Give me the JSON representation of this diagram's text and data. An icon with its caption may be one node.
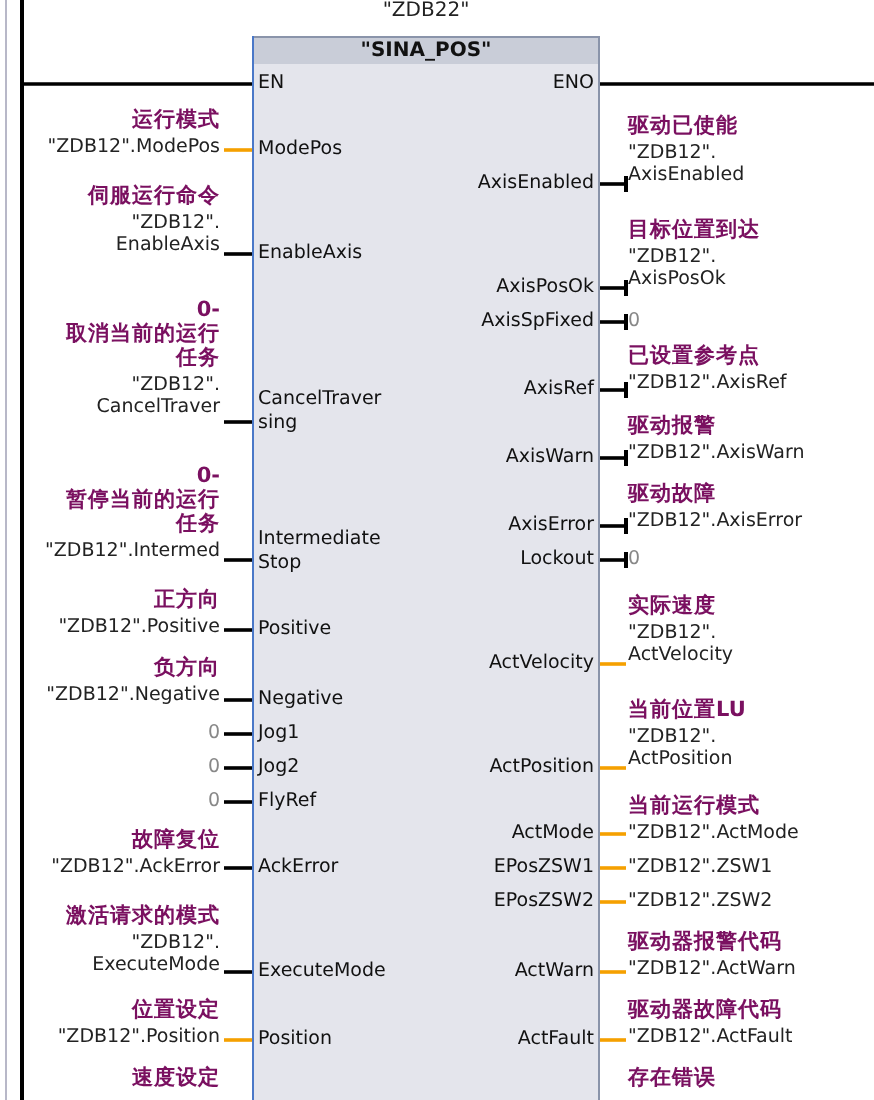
{
  "diagram": {
    "nodes": [
      {
        "text": [
          "\"SINA_POS\""
        ],
        "beside": [
          "\"ZDB22\""
        ]
      },
      {
        "text": [
          "EN"
        ],
        "in": 0
      },
      {
        "text": [
          "ENO"
        ],
        "in": 0
      },
      {
        "text": [
          "ModePos"
        ],
        "in": 0
      },
      {
        "text": [
          "EnableAxis"
        ],
        "in": 0
      },
      {
        "text": [
          "CancelTraversing"
        ],
        "in": 0
      },
      {
        "text": [
          "IntermediateStop"
        ],
        "in": 0
      },
      {
        "text": [
          "Positive"
        ],
        "in": 0
      },
      {
        "text": [
          "Negative"
        ],
        "in": 0
      },
      {
        "text": [
          "Jog1"
        ],
        "in": 0
      },
      {
        "text": [
          "Jog2"
        ],
        "in": 0
      },
      {
        "text": [
          "FlyRef"
        ],
        "in": 0
      },
      {
        "text": [
          "AckError"
        ],
        "in": 0
      },
      {
        "text": [
          "ExecuteMode"
        ],
        "in": 0
      },
      {
        "text": [
          "Position"
        ],
        "in": 0
      },
      {
        "text": [
          "AxisEnabled"
        ],
        "in": 0
      },
      {
        "text": [
          "AxisPosOk"
        ],
        "in": 0
      },
      {
        "text": [
          "AxisSpFixed"
        ],
        "in": 0
      },
      {
        "text": [
          "AxisRef"
        ],
        "in": 0
      },
      {
        "text": [
          "AxisWarn"
        ],
        "in": 0
      },
      {
        "text": [
          "AxisError"
        ],
        "in": 0
      },
      {
        "text": [
          "Lockout"
        ],
        "in": 0
      },
      {
        "text": [
          "ActVelocity"
        ],
        "in": 0
      },
      {
        "text": [
          "ActPosition"
        ],
        "in": 0
      },
      {
        "text": [
          "ActMode"
        ],
        "in": 0
      },
      {
        "text": [
          "EPosZSW1"
        ],
        "in": 0
      },
      {
        "text": [
          "EPosZSW2"
        ],
        "in": 0
      },
      {
        "text": [
          "ActWarn"
        ],
        "in": 0
      },
      {
        "text": [
          "ActFault"
        ],
        "in": 0
      },
      {
        "text": [
          "运行模式",
          "\"ZDB12\".ModePos"
        ]
      },
      {
        "text": [
          "伺服运行命令",
          "\"ZDB12\". EnableAxis"
        ]
      },
      {
        "text": [
          "0- 取消当前的运行任务",
          "\"ZDB12\". CancelTraver"
        ]
      },
      {
        "text": [
          "0- 暂停当前的运行任务",
          "\"ZDB12\".Intermed"
        ]
      },
      {
        "text": [
          "正方向",
          "\"ZDB12\".Positive"
        ]
      },
      {
        "text": [
          "负方向",
          "\"ZDB12\".Negative"
        ]
      },
      {
        "text": [
          "0"
        ]
      },
      {
        "text": [
          "0"
        ]
      },
      {
        "text": [
          "0"
        ]
      },
      {
        "text": [
          "故障复位",
          "\"ZDB12\".AckError"
        ]
      },
      {
        "text": [
          "激活请求的模式",
          "\"ZDB12\". ExecuteMode"
        ]
      },
      {
        "text": [
          "位置设定",
          "\"ZDB12\".Position"
        ]
      },
      {
        "text": [
          "速度设定"
        ]
      },
      {
        "text": [
          "驱动已使能",
          "\"ZDB12\". AxisEnabled"
        ]
      },
      {
        "text": [
          "目标位置到达",
          "\"ZDB12\". AxisPosOk"
        ]
      },
      {
        "text": [
          "0"
        ]
      },
      {
        "text": [
          "已设置参考点",
          "\"ZDB12\".AxisRef"
        ]
      },
      {
        "text": [
          "驱动报警",
          "\"ZDB12\".AxisWarn"
        ]
      },
      {
        "text": [
          "驱动故障",
          "\"ZDB12\".AxisError"
        ]
      },
      {
        "text": [
          "0"
        ]
      },
      {
        "text": [
          "实际速度",
          "\"ZDB12\". ActVelocity"
        ]
      },
      {
        "text": [
          "当前位置LU",
          "\"ZDB12\". ActPosition"
        ]
      },
      {
        "text": [
          "当前运行模式",
          "\"ZDB12\".ActMode"
        ]
      },
      {
        "text": [
          "\"ZDB12\".ZSW1"
        ]
      },
      {
        "text": [
          "\"ZDB12\".ZSW2"
        ]
      },
      {
        "text": [
          "驱动器报警代码",
          "\"ZDB12\".ActWarn"
        ]
      },
      {
        "text": [
          "驱动器故障代码",
          "\"ZDB12\".ActFault"
        ]
      },
      {
        "text": [
          "存在错误"
        ]
      },
      {
        "text": [],
        "shape": "bar"
      }
    ],
    "edges": [
      {
        "from": 57,
        "to": 1,
        "arrow": "none"
      },
      {
        "from": 2,
        "to": null,
        "arrow": "none"
      },
      {
        "from": 29,
        "to": 3,
        "arrow": "none",
        "color": "#f5a000"
      },
      {
        "from": 30,
        "to": 4,
        "arrow": "none"
      },
      {
        "from": 31,
        "to": 5,
        "arrow": "none"
      },
      {
        "from": 32,
        "to": 6,
        "arrow": "none"
      },
      {
        "from": 33,
        "to": 7,
        "arrow": "none"
      },
      {
        "from": 34,
        "to": 8,
        "arrow": "none"
      },
      {
        "from": 35,
        "to": 9,
        "arrow": "none"
      },
      {
        "from": 36,
        "to": 10,
        "arrow": "none"
      },
      {
        "from": 37,
        "to": 11,
        "arrow": "none"
      },
      {
        "from": 38,
        "to": 12,
        "arrow": "none"
      },
      {
        "from": 39,
        "to": 13,
        "arrow": "none"
      },
      {
        "from": 40,
        "to": 14,
        "arrow": "none",
        "color": "#f5a000"
      },
      {
        "from": 15,
        "to": 42,
        "arrow": "other"
      },
      {
        "from": 16,
        "to": 43,
        "arrow": "other"
      },
      {
        "from": 17,
        "to": 44,
        "arrow": "other"
      },
      {
        "from": 18,
        "to": 45,
        "arrow": "other"
      },
      {
        "from": 19,
        "to": 46,
        "arrow": "other"
      },
      {
        "from": 20,
        "to": 47,
        "arrow": "other"
      },
      {
        "from": 21,
        "to": 48,
        "arrow": "other"
      },
      {
        "from": 22,
        "to": 49,
        "arrow": "none",
        "color": "#f5a000"
      },
      {
        "from": 23,
        "to": 50,
        "arrow": "none",
        "color": "#f5a000"
      },
      {
        "from": 24,
        "to": 51,
        "arrow": "none",
        "color": "#f5a000"
      },
      {
        "from": 25,
        "to": 52,
        "arrow": "none",
        "color": "#f5a000"
      },
      {
        "from": 26,
        "to": 53,
        "arrow": "none",
        "color": "#f5a000"
      },
      {
        "from": 27,
        "to": 54,
        "arrow": "none",
        "color": "#f5a000"
      },
      {
        "from": 28,
        "to": 55,
        "arrow": "none",
        "color": "#f5a000"
      }
    ]
  }
}
